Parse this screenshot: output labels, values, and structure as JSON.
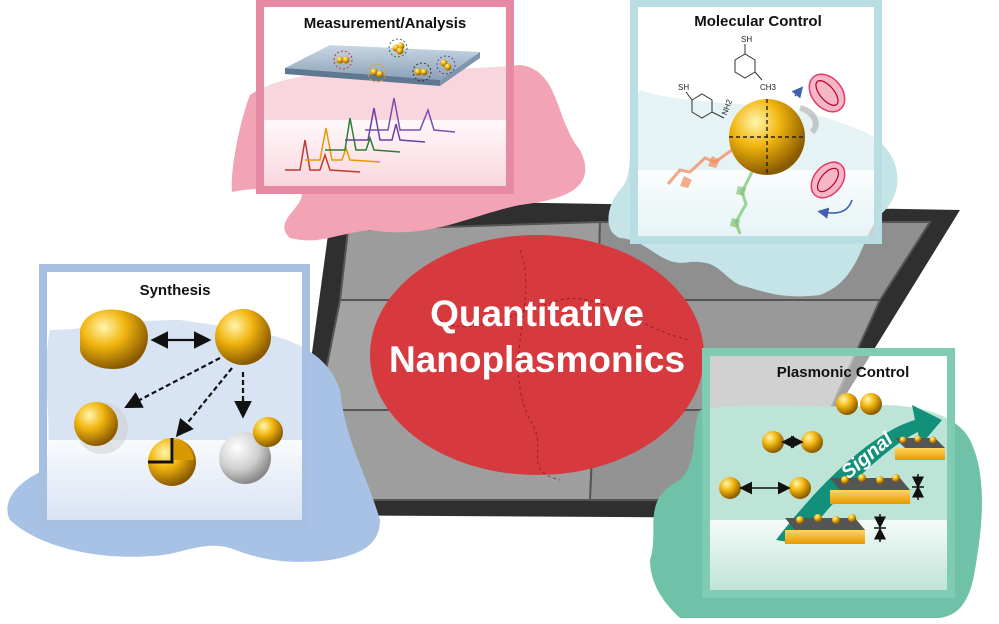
{
  "center": {
    "line1": "Quantitative",
    "line2": "Nanoplasmonics",
    "color": "#d63a3e"
  },
  "panels": {
    "measurement": {
      "title": "Measurement/Analysis",
      "frame_color": "#e58aa2",
      "fill_color": "#f4a7b9"
    },
    "molecular": {
      "title": "Molecular Control",
      "frame_color": "#b8dde3",
      "fill_color": "#c5e4e8",
      "chem_labels": {
        "sh_a": "SH",
        "sh_b": "SH",
        "nh2": "NH2",
        "ch3": "CH3"
      }
    },
    "synthesis": {
      "title": "Synthesis",
      "frame_color": "#a7c0e2",
      "fill_color": "#a8c2e5"
    },
    "plasmonic": {
      "title": "Plasmonic Control",
      "frame_color": "#80cbb4",
      "fill_color": "#6fc2a7",
      "signal_label": "Signal"
    }
  },
  "colors": {
    "gold": "#f2b60f",
    "board_dark": "#3c3c3c",
    "board_tile": "#9a9a9a",
    "signal_arrow": "#12907a"
  },
  "icons": [
    "nanoparticle-sphere-icon",
    "double-arrow-icon",
    "dashed-arrow-icon",
    "spectrum-peaks-icon",
    "substrate-icon"
  ]
}
